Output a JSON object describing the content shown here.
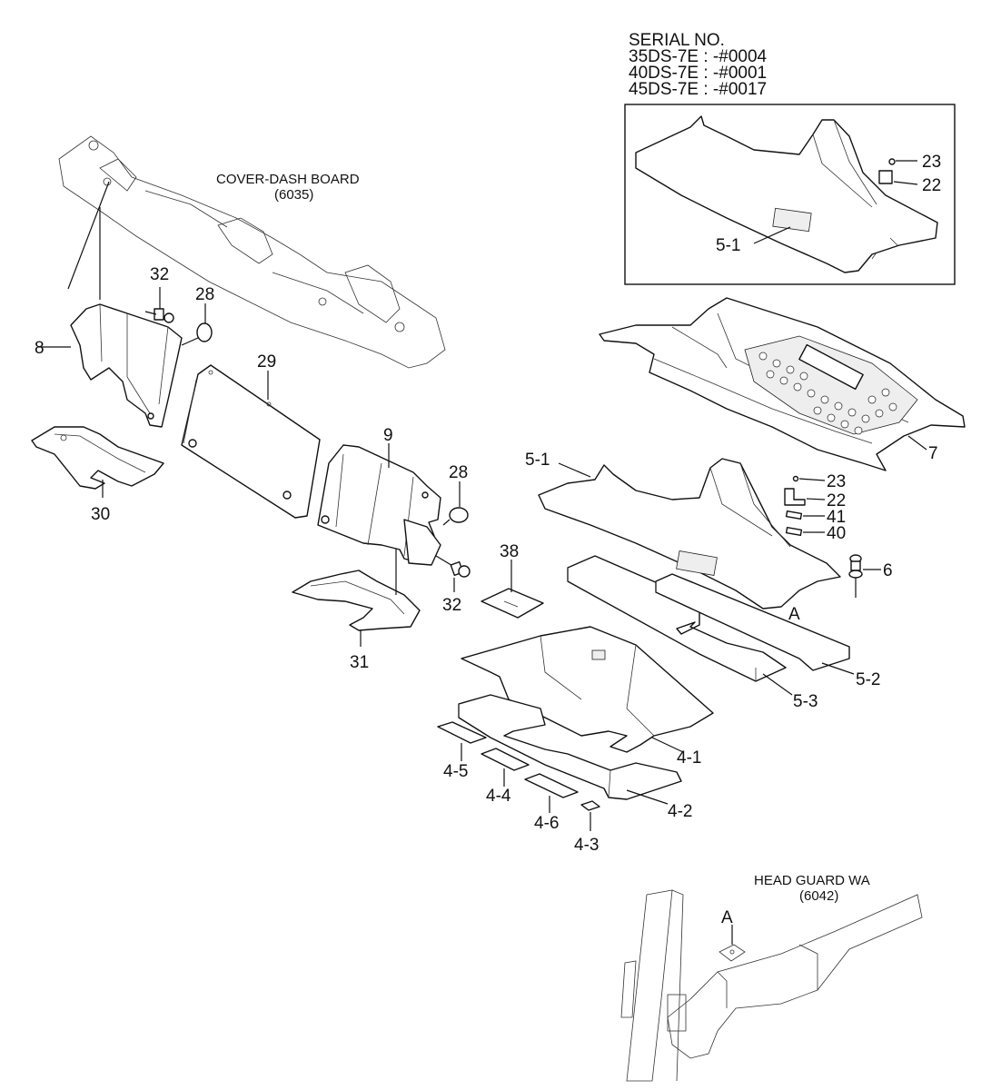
{
  "serial": {
    "title": "SERIAL NO.",
    "lines": [
      "35DS-7E : -#0004",
      "40DS-7E : -#0001",
      "45DS-7E : -#0017"
    ]
  },
  "assemblies": {
    "cover_dash_board": {
      "name": "COVER-DASH BOARD",
      "code": "(6035)"
    },
    "head_guard": {
      "name": "HEAD GUARD WA",
      "code": "(6042)"
    }
  },
  "callouts": {
    "c23_inset": "23",
    "c22_inset": "22",
    "c51_inset": "5-1",
    "c32_top": "32",
    "c28_top": "28",
    "c8": "8",
    "c29": "29",
    "c30": "30",
    "c9": "9",
    "c28_mid": "28",
    "c32_mid": "32",
    "c31": "31",
    "c38": "38",
    "c7": "7",
    "c51_main": "5-1",
    "c23_main": "23",
    "c22_main": "22",
    "c41": "41",
    "c40": "40",
    "c6": "6",
    "cA_main": "A",
    "c52": "5-2",
    "c53": "5-3",
    "c41_mat": "4-1",
    "c42": "4-2",
    "c45": "4-5",
    "c44": "4-4",
    "c46": "4-6",
    "c43": "4-3",
    "cA_guard": "A"
  }
}
